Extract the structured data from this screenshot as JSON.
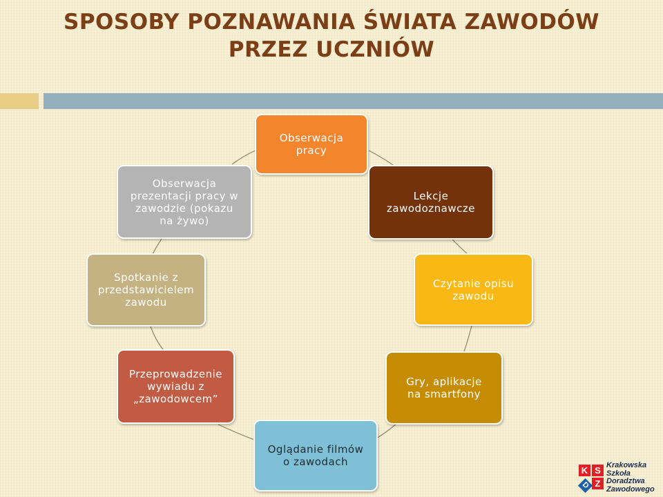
{
  "title": {
    "line1": "SPOSOBY POZNAWANIA ŚWIATA ZAWODÓW",
    "line2": "PRZEZ UCZNIÓW"
  },
  "colors": {
    "title": "#7b3e16",
    "band_accent": "#e9ce86",
    "band_main": "#93aebd",
    "connector": "#8a8468"
  },
  "nodes": [
    {
      "id": "obserwacja-pracy",
      "lines": [
        "Obserwacja",
        "pracy"
      ],
      "bg": "#f3852d",
      "fg": "#ffffff"
    },
    {
      "id": "lekcje",
      "lines": [
        "Lekcje",
        "zawodoznawcze"
      ],
      "bg": "#733209",
      "fg": "#ffffff"
    },
    {
      "id": "czytanie",
      "lines": [
        "Czytanie opisu",
        "zawodu"
      ],
      "bg": "#f8b916",
      "fg": "#ffffff"
    },
    {
      "id": "gry",
      "lines": [
        "Gry, aplikacje",
        "na smartfony"
      ],
      "bg": "#c68d04",
      "fg": "#ffffff"
    },
    {
      "id": "filmy",
      "lines": [
        "Oglądanie filmów",
        "o zawodach"
      ],
      "bg": "#7fc0d6",
      "fg": "#1f2b33"
    },
    {
      "id": "wywiad",
      "lines": [
        "Przeprowadzenie",
        "wywiadu z",
        "„zawodowcem”"
      ],
      "bg": "#c15b43",
      "fg": "#ffffff"
    },
    {
      "id": "spotkanie",
      "lines": [
        "Spotkanie z",
        "przedstawicielem",
        "zawodu"
      ],
      "bg": "#c4b283",
      "fg": "#ffffff"
    },
    {
      "id": "prezentacja",
      "lines": [
        "Obserwacja",
        "prezentacji pracy w",
        "zawodzie (pokazu",
        "na żywo)"
      ],
      "bg": "#b4b4b4",
      "fg": "#ffffff"
    }
  ],
  "logo": {
    "tiles": [
      "K",
      "S",
      "Z",
      "D"
    ],
    "tile_colors": [
      "#e31e24",
      "#e31e24",
      "#e31e24",
      "#1e5fa8"
    ],
    "text_lines": [
      "Krakowska",
      "Szkoła",
      "Doradztwa",
      "Zawodowego"
    ]
  }
}
